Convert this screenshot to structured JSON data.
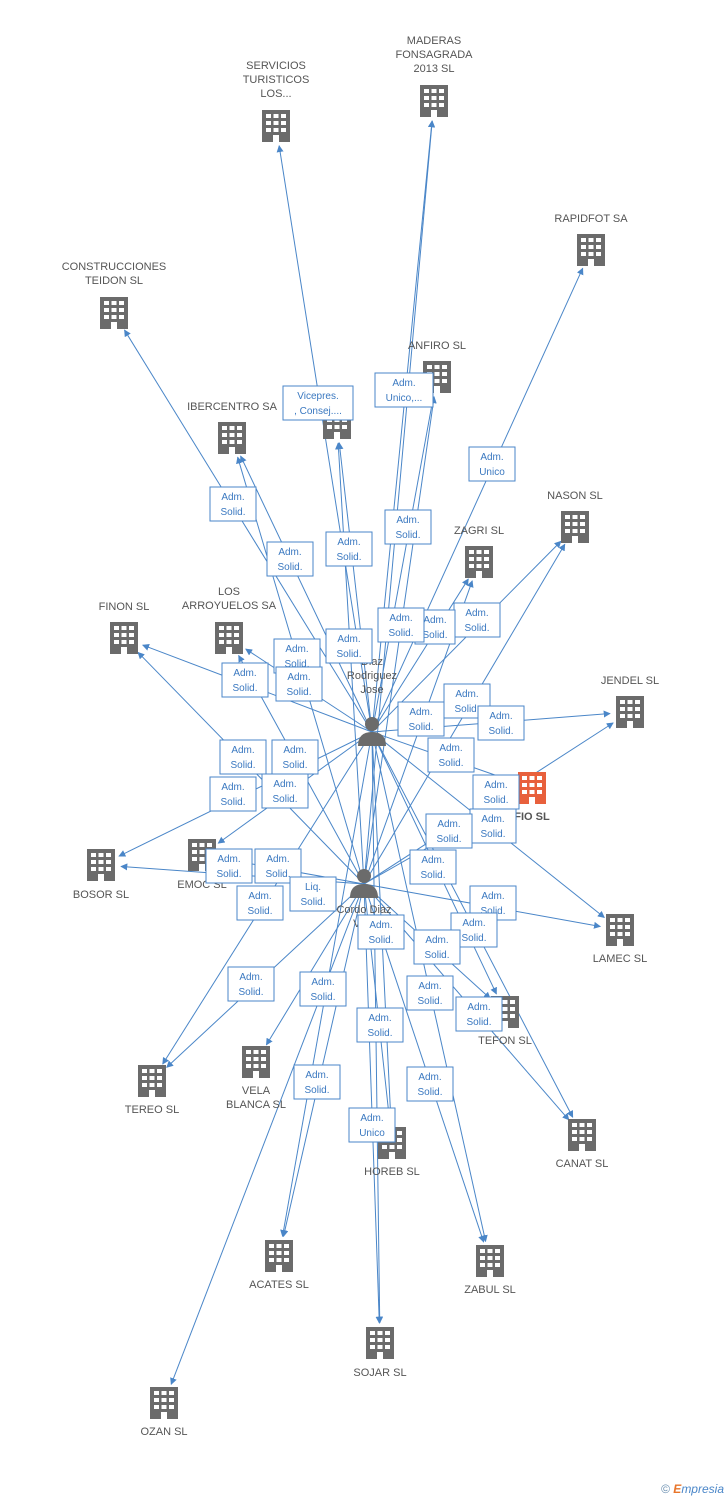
{
  "colors": {
    "edge": "#4a86c8",
    "building": "#6b6b6b",
    "building_main": "#e8603c",
    "person": "#6b6b6b"
  },
  "people": [
    {
      "id": "p1",
      "name_lines": [
        "Diaz",
        "Rodriguez",
        "Jose"
      ]
    },
    {
      "id": "p2",
      "name_lines": [
        "Cordo Diaz",
        "Vir..."
      ]
    }
  ],
  "companies": [
    {
      "id": "servicios",
      "lines": [
        "SERVICIOS",
        "TURISTICOS",
        "LOS..."
      ]
    },
    {
      "id": "maderas",
      "lines": [
        "MADERAS",
        "FONSAGRADA",
        "2013  SL"
      ]
    },
    {
      "id": "rapidfot",
      "lines": [
        "RAPIDFOT SA"
      ]
    },
    {
      "id": "construcciones",
      "lines": [
        "CONSTRUCCIONES",
        "TEIDON SL"
      ]
    },
    {
      "id": "anfiro",
      "lines": [
        "ANFIRO SL"
      ]
    },
    {
      "id": "ibercentro",
      "lines": [
        "IBERCENTRO SA"
      ]
    },
    {
      "id": "hidden1",
      "lines": []
    },
    {
      "id": "nason",
      "lines": [
        "NASON SL"
      ]
    },
    {
      "id": "zagri",
      "lines": [
        "ZAGRI SL"
      ]
    },
    {
      "id": "finon",
      "lines": [
        "FINON SL"
      ]
    },
    {
      "id": "arroyuelos",
      "lines": [
        "LOS",
        "ARROYUELOS SA"
      ]
    },
    {
      "id": "jendel",
      "lines": [
        "JENDEL SL"
      ]
    },
    {
      "id": "fio",
      "lines": [
        "FIO SL"
      ],
      "main": true
    },
    {
      "id": "bosor",
      "lines": [
        "BOSOR SL"
      ]
    },
    {
      "id": "emoc",
      "lines": [
        "EMOC SL"
      ]
    },
    {
      "id": "lamec",
      "lines": [
        "LAMEC SL"
      ]
    },
    {
      "id": "tefon",
      "lines": [
        "TEFON SL"
      ]
    },
    {
      "id": "tereo",
      "lines": [
        "TEREO SL"
      ]
    },
    {
      "id": "vela",
      "lines": [
        "VELA",
        "BLANCA SL"
      ]
    },
    {
      "id": "horeb",
      "lines": [
        "HOREB SL"
      ]
    },
    {
      "id": "canat",
      "lines": [
        "CANAT SL"
      ]
    },
    {
      "id": "acates",
      "lines": [
        "ACATES SL"
      ]
    },
    {
      "id": "zabul",
      "lines": [
        "ZABUL SL"
      ]
    },
    {
      "id": "sojar",
      "lines": [
        "SOJAR SL"
      ]
    },
    {
      "id": "ozan",
      "lines": [
        "OZAN SL"
      ]
    }
  ],
  "role_labels": [
    {
      "lines": [
        "Vicepres.",
        ", Consej...."
      ]
    },
    {
      "lines": [
        "Adm.",
        "Unico,..."
      ]
    },
    {
      "lines": [
        "Adm.",
        "Unico"
      ]
    },
    {
      "lines": [
        "Adm.",
        "Solid."
      ]
    },
    {
      "lines": [
        "Adm.",
        "Solid."
      ]
    },
    {
      "lines": [
        "Adm.",
        "Solid."
      ]
    },
    {
      "lines": [
        "Adm.",
        "Solid."
      ]
    },
    {
      "lines": [
        "Adm.",
        "Solid."
      ]
    },
    {
      "lines": [
        "Adm.",
        "Solid."
      ]
    },
    {
      "lines": [
        "Adm.",
        "Solid."
      ]
    },
    {
      "lines": [
        "Adm.",
        "Solid."
      ]
    },
    {
      "lines": [
        "Adm.",
        "Solid."
      ]
    },
    {
      "lines": [
        "Adm.",
        "Solid."
      ]
    },
    {
      "lines": [
        "Adm.",
        "Solid."
      ]
    },
    {
      "lines": [
        "Adm.",
        "Solid."
      ]
    },
    {
      "lines": [
        "Adm.",
        "Solid."
      ]
    },
    {
      "lines": [
        "Adm.",
        "Solid."
      ]
    },
    {
      "lines": [
        "Adm.",
        "Solid."
      ]
    },
    {
      "lines": [
        "Adm.",
        "Solid."
      ]
    },
    {
      "lines": [
        "Adm.",
        "Solid."
      ]
    },
    {
      "lines": [
        "Adm.",
        "Solid."
      ]
    },
    {
      "lines": [
        "Adm.",
        "Solid."
      ]
    },
    {
      "lines": [
        "Adm.",
        "Solid."
      ]
    },
    {
      "lines": [
        "Adm.",
        "Solid."
      ]
    },
    {
      "lines": [
        "Adm.",
        "Solid."
      ]
    },
    {
      "lines": [
        "Adm.",
        "Solid."
      ]
    },
    {
      "lines": [
        "Liq.",
        "Solid."
      ]
    },
    {
      "lines": [
        "Adm.",
        "Solid."
      ]
    },
    {
      "lines": [
        "Adm.",
        "Solid."
      ]
    },
    {
      "lines": [
        "Adm.",
        "Solid."
      ]
    },
    {
      "lines": [
        "Adm.",
        "Solid."
      ]
    },
    {
      "lines": [
        "Adm.",
        "Solid."
      ]
    },
    {
      "lines": [
        "Adm.",
        "Solid."
      ]
    },
    {
      "lines": [
        "Adm.",
        "Solid."
      ]
    },
    {
      "lines": [
        "Adm.",
        "Solid."
      ]
    },
    {
      "lines": [
        "Adm.",
        "Solid."
      ]
    },
    {
      "lines": [
        "Adm.",
        "Solid."
      ]
    },
    {
      "lines": [
        "Adm.",
        "Solid."
      ]
    },
    {
      "lines": [
        "Adm.",
        "Solid."
      ]
    },
    {
      "lines": [
        "Adm.",
        "Solid."
      ]
    },
    {
      "lines": [
        "Adm.",
        "Solid."
      ]
    },
    {
      "lines": [
        "Adm.",
        "Unico"
      ]
    }
  ],
  "footer": {
    "copyright": "©",
    "brand_first": "E",
    "brand_rest": "mpresia"
  }
}
